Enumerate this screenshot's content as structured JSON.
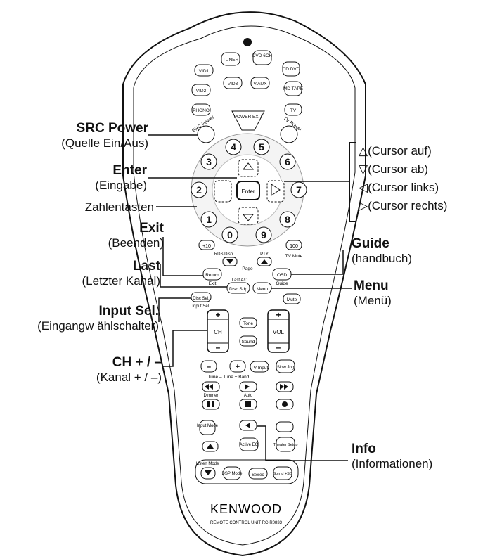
{
  "remote": {
    "buttons": {
      "tuner": "TUNER",
      "dvd_6ch": "DVD 6CH",
      "vid1": "VID1",
      "cd_dvd": "CD DVD",
      "vid3": "VID3",
      "vaux": "V.AUX",
      "vid2": "VID2",
      "md_tape": "MD TAPE",
      "phono": "PHONO",
      "power_exit": "POWER EXIT",
      "tv": "TV",
      "src_power": "SRC Power",
      "tv_power": "TV Power",
      "enter": "Enter",
      "plus10": "+10",
      "n100": "100",
      "tv_mute": "TV Mute",
      "return": "Return",
      "exit_small": "Exit",
      "osd": "OSD",
      "guide_small": "Guide",
      "last_ad": "Last A/D",
      "disc_sdp": "Disc Sdp",
      "menu_small": "Menu",
      "disc_sel": "Disc Sel.",
      "input_sel_small": "Input Sel.",
      "mute": "Mute",
      "tone": "Tone",
      "sound": "Sound",
      "ch": "CH",
      "vol": "VOL",
      "tv_input": "TV Input",
      "slow_jog": "Slow Jog",
      "tune_label": "Tune – Tune +  Band",
      "dimmer": "Dimmer",
      "auto": "Auto",
      "input_mode": "Input Mode",
      "active_eq": "Active EQ",
      "theater_setup": "Theater Setup",
      "listen_mode": "Listen Mode",
      "dsp_mode": "DSP Mode",
      "stereo": "Stereo",
      "rear_spk": "Sorrtd +SB",
      "page": "Page",
      "ptv": "PTY",
      "rds_disp": "RDS Disp"
    },
    "numbers": [
      "1",
      "2",
      "3",
      "4",
      "5",
      "6",
      "7",
      "8",
      "9",
      "0"
    ],
    "brand": "KENWOOD",
    "model": "REMOTE CONTROL UNIT RC-R0833"
  },
  "callouts": {
    "src_power": {
      "title": "SRC Power",
      "sub": "(Quelle Ein/Aus)"
    },
    "enter": {
      "title": "Enter",
      "sub": "(Eingabe)"
    },
    "zahlentasten": "Zahlentasten",
    "exit": {
      "title": "Exit",
      "sub": "(Beenden)"
    },
    "last": {
      "title": "Last",
      "sub": "(Letzter Kanal)"
    },
    "input_sel": {
      "title": "Input Sel.",
      "sub": "(Eingangw ählschalter)"
    },
    "ch": {
      "title": "CH + / –",
      "sub": "(Kanal  + / –)"
    },
    "guide": {
      "title": "Guide",
      "sub": "(handbuch)"
    },
    "menu": {
      "title": "Menu",
      "sub": "(Menü)"
    },
    "info": {
      "title": "Info",
      "sub": "(Informationen)"
    }
  },
  "cursor_keys": [
    "△(Cursor auf)",
    "▽(Cursor ab)",
    "◁(Cursor links)",
    "▷(Cursor rechts)"
  ]
}
